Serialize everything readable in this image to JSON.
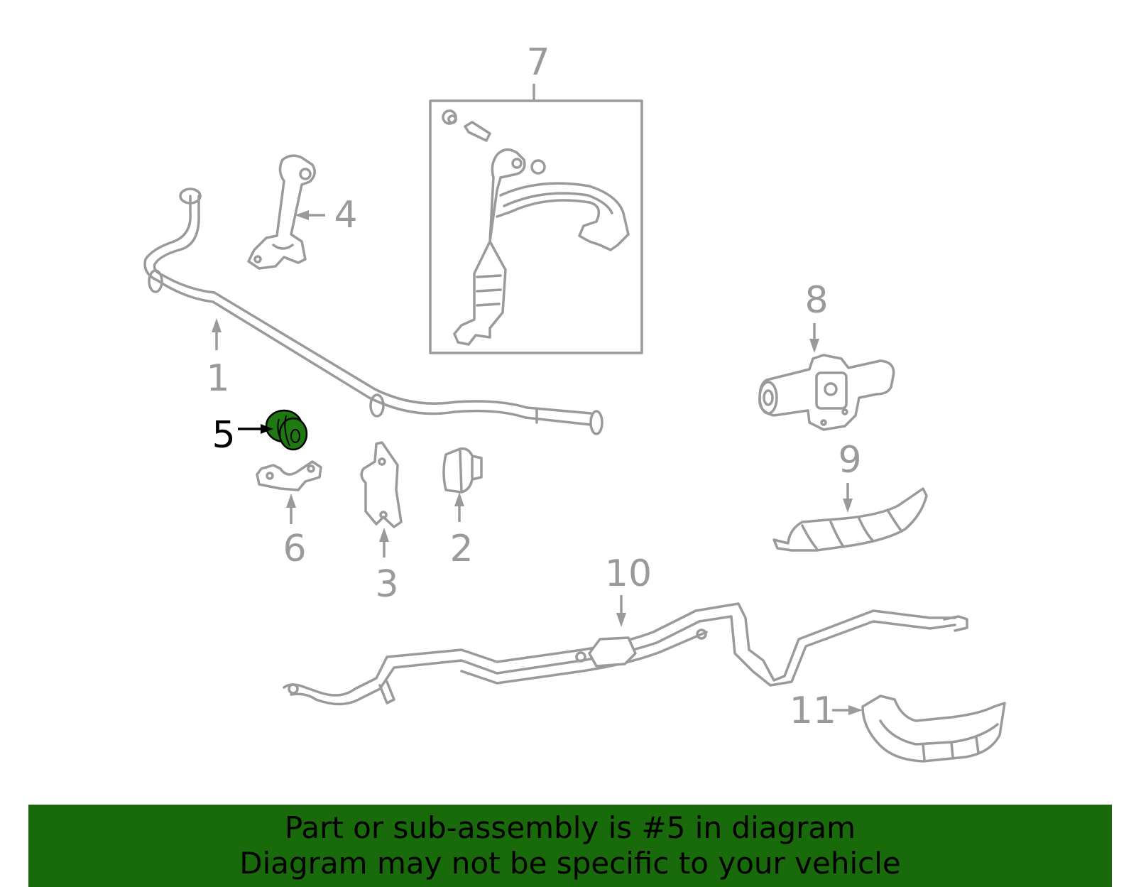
{
  "diagram": {
    "callouts": [
      "1",
      "2",
      "3",
      "4",
      "5",
      "6",
      "7",
      "8",
      "9",
      "10",
      "11"
    ],
    "highlighted_part": "5",
    "colors": {
      "line_art": "#9a9a9a",
      "highlight_part": "#1e7a10",
      "highlight_label": "#000000",
      "banner_background": "#186a0a",
      "banner_text": "#000000"
    }
  },
  "banner": {
    "line1": "Part or sub-assembly is #5 in diagram",
    "line2": "Diagram may not be specific to your vehicle"
  }
}
